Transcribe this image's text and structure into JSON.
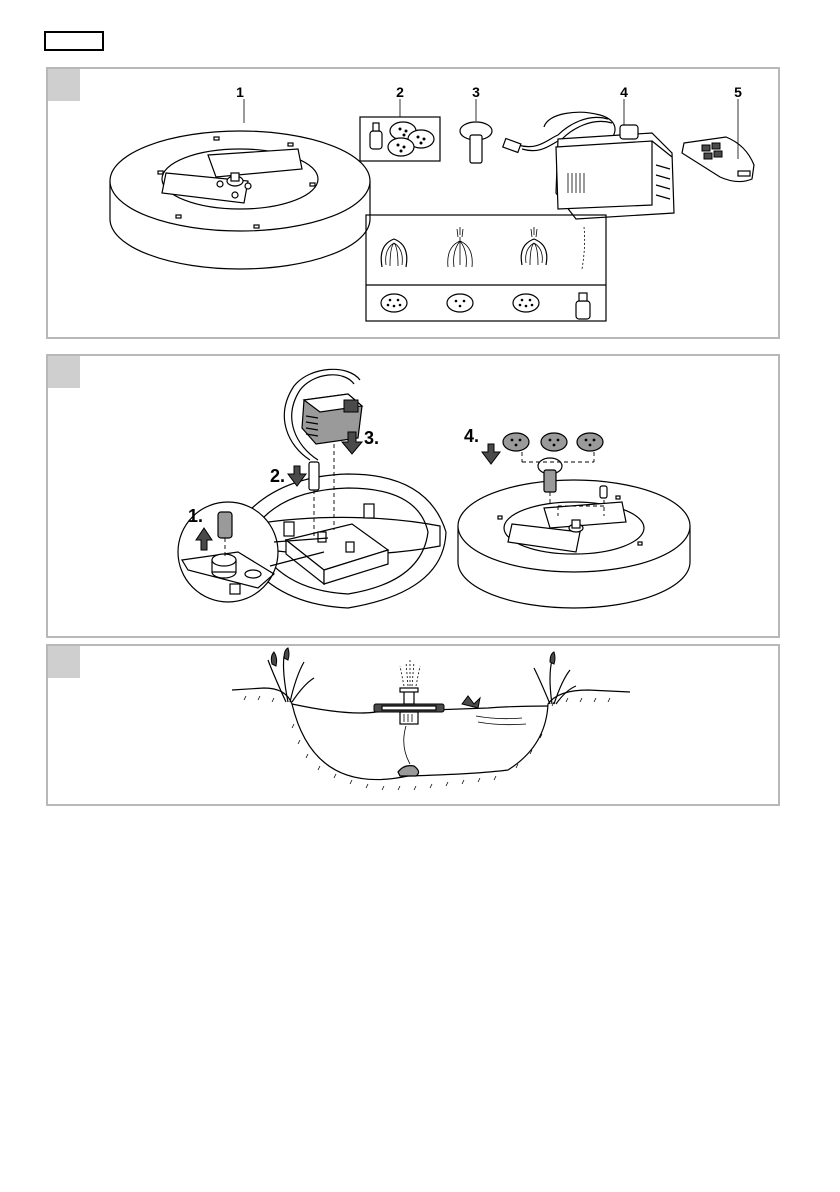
{
  "panel1": {
    "labels": [
      "1",
      "2",
      "3",
      "4",
      "5"
    ]
  },
  "panel2": {
    "steps": [
      "1.",
      "2.",
      "3.",
      "4."
    ]
  },
  "icons": {
    "arrow": "down-arrow-icon",
    "arrow_up": "up-arrow-icon"
  }
}
